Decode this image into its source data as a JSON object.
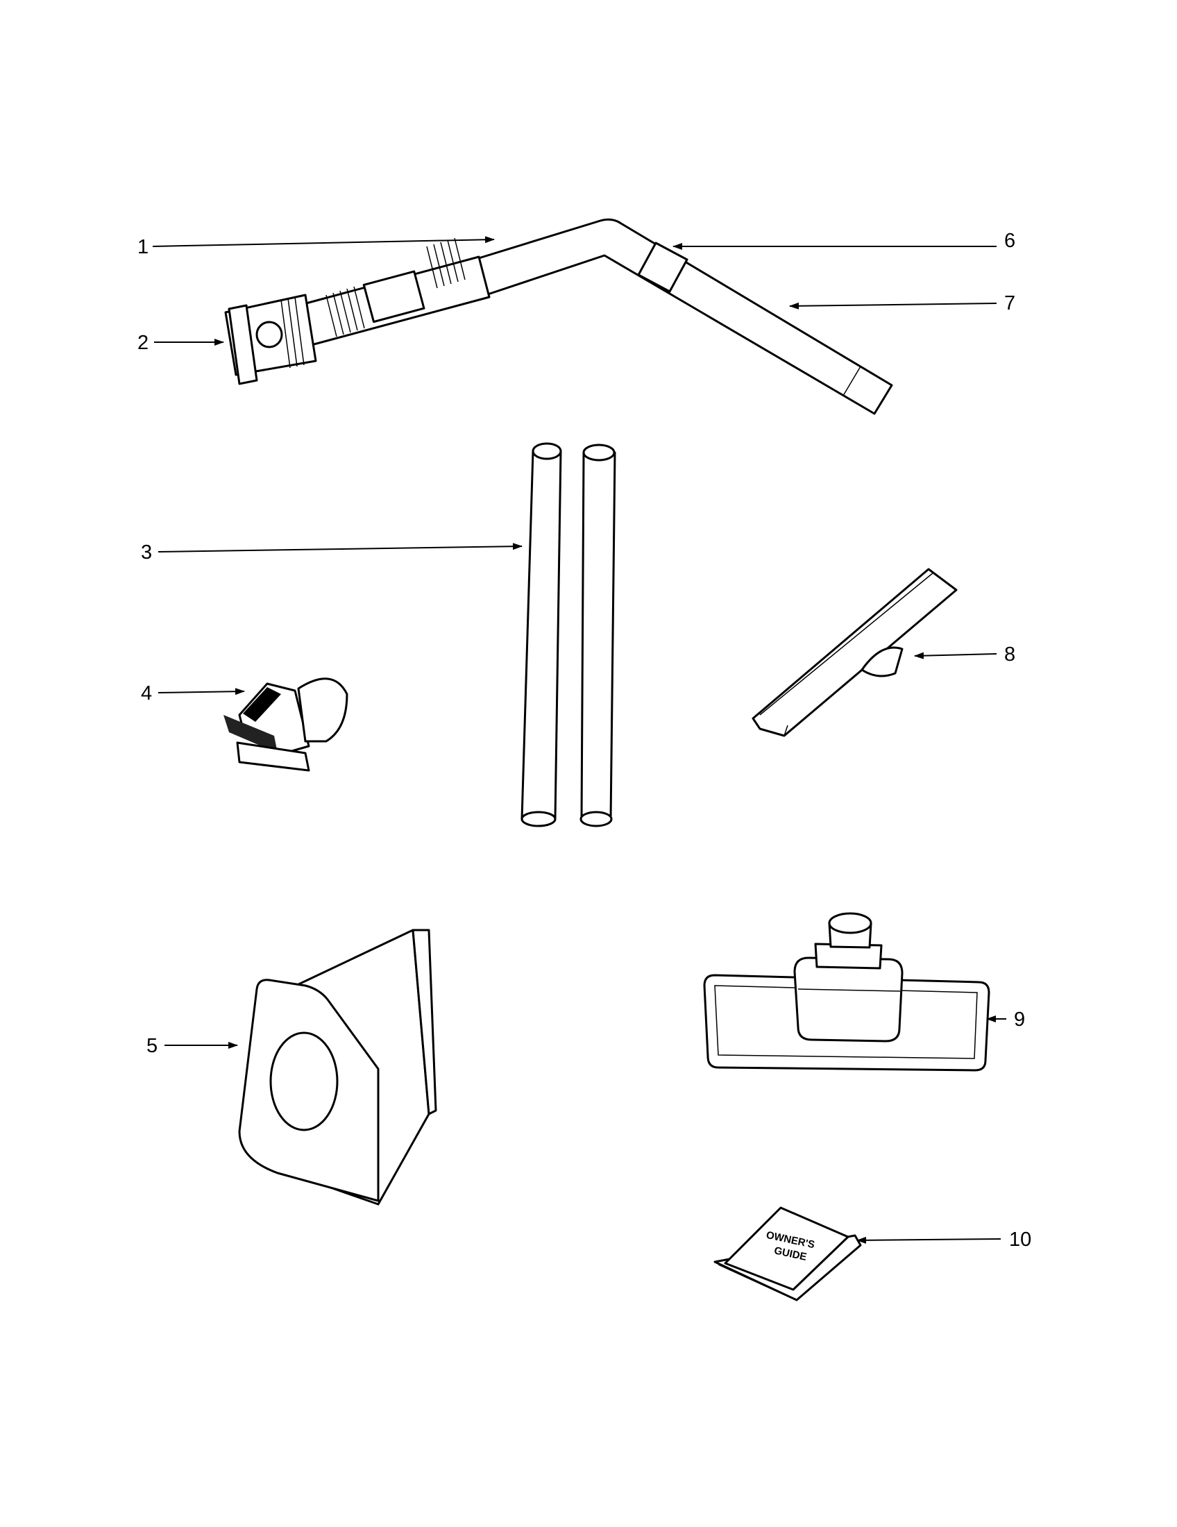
{
  "colors": {
    "ink": "#000000",
    "paper": "#ffffff"
  },
  "callouts": [
    {
      "id": "1",
      "text": "1"
    },
    {
      "id": "2",
      "text": "2"
    },
    {
      "id": "3",
      "text": "3"
    },
    {
      "id": "4",
      "text": "4"
    },
    {
      "id": "5",
      "text": "5"
    },
    {
      "id": "6",
      "text": "6"
    },
    {
      "id": "7",
      "text": "7"
    },
    {
      "id": "8",
      "text": "8"
    },
    {
      "id": "9",
      "text": "9"
    },
    {
      "id": "10",
      "text": "10"
    }
  ],
  "book": {
    "line1": "OWNER'S",
    "line2": "GUIDE"
  }
}
